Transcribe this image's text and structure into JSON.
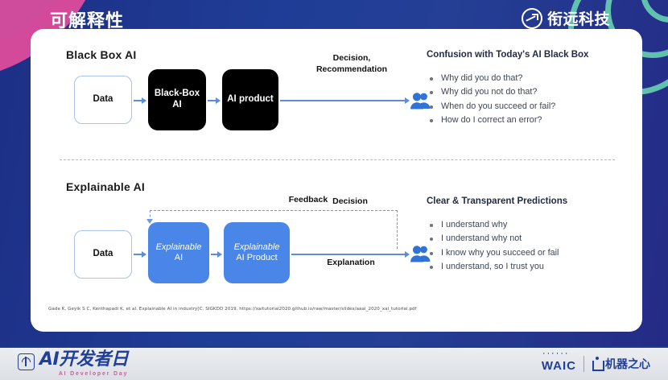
{
  "header": {
    "title": "可解释性",
    "brand_name": "衔远科技",
    "brand_icon": "circle-chart-icon"
  },
  "card": {
    "black_box": {
      "section_title": "Black Box AI",
      "nodes": [
        {
          "id": "data",
          "label": "Data",
          "style": "outline"
        },
        {
          "id": "black-box-ai",
          "label": "Black-Box\nAI",
          "style": "black"
        },
        {
          "id": "ai-product",
          "label": "AI product",
          "style": "black"
        }
      ],
      "data_label": "Data",
      "black_box_label_line1": "Black-Box",
      "black_box_label_line2": "AI",
      "ai_product_label": "AI product",
      "output_label": "Decision,\nRecommendation",
      "output_label_line1": "Decision,",
      "output_label_line2": "Recommendation",
      "audience_icon": "people-icon"
    },
    "explainable": {
      "section_title": "Explainable AI",
      "data_label": "Data",
      "xai_label_italic": "Explainable",
      "xai_label_rest": "AI",
      "xai_product_label_italic": "Explainable",
      "xai_product_label_rest": "AI Product",
      "feedback_label": "Feedback",
      "decision_label": "Decision",
      "explanation_label": "Explanation",
      "audience_icon": "people-icon"
    },
    "right_blocks": [
      {
        "heading": "Confusion with Today's AI Black Box",
        "bullets": [
          "Why did you do that?",
          "Why did you not do that?",
          "When do you succeed or fail?",
          "How do I correct an error?"
        ]
      },
      {
        "heading": "Clear & Transparent Predictions",
        "bullets": [
          "I understand why",
          "I understand why not",
          "I know why you succeed or fail",
          "I understand, so I trust you"
        ]
      }
    ],
    "citation": "Gade K, Geyik S C, Kenthapadi K, et al. Explainable AI in industry[C. SIGKDD 2019. https://xaitutorial2020.github.io/raw/master/slides/aaai_2020_xai_tutorial.pdf"
  },
  "footer": {
    "logo_text": "AI开发者日",
    "logo_sub": "AI Developer Day",
    "waic_text": "WAIC",
    "waic_dots": "' ' ' ' ' '",
    "partner_text": "机器之心"
  },
  "colors": {
    "header_blue": "#1f3d96",
    "accent_pink": "#d44a9a",
    "accent_teal": "#63c9b0",
    "node_blue": "#4a86e8",
    "arrow_blue": "#5b8ce0",
    "outline_blue": "#a9c4f0",
    "footer_blue": "#1f3f9c"
  }
}
